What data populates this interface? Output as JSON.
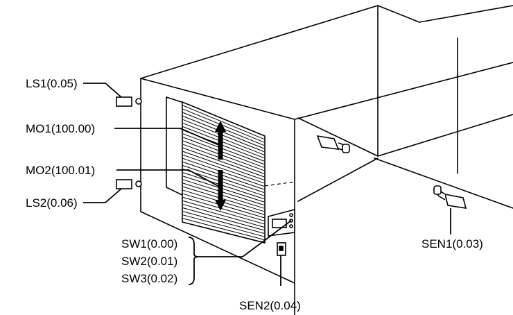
{
  "labels": {
    "ls1": "LS1(0.05)",
    "mo1": "MO1(100.00)",
    "mo2": "MO2(100.01)",
    "ls2": "LS2(0.06)",
    "sw1": "SW1(0.00)",
    "sw2": "SW2(0.01)",
    "sw3": "SW3(0.02)",
    "sen1": "SEN1(0.03)",
    "sen2": "SEN2(0.04)"
  },
  "colors": {
    "line": "#000000",
    "background": "#ffffff"
  }
}
